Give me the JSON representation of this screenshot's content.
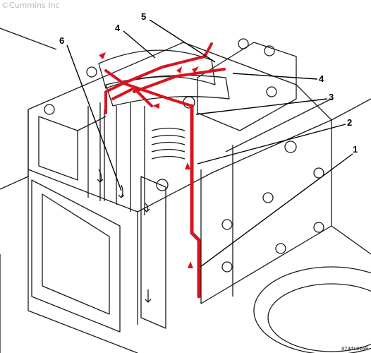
{
  "copyright": "©Cummins Inc",
  "figure_id": "074ds0269",
  "colors": {
    "oil": "#d7141f",
    "line": "#1a1a1a",
    "paper": "#ffffff"
  },
  "callouts": [
    {
      "label": "1",
      "part": "oil-supply-drilling"
    },
    {
      "label": "2",
      "part": "rocker-support-passage"
    },
    {
      "label": "3",
      "part": "rocker-shaft-inlet"
    },
    {
      "label": "4",
      "part": "rocker-lever-passage"
    },
    {
      "label": "4",
      "part": "rocker-lever-passage"
    },
    {
      "label": "5",
      "part": "rocker-lever-outlet"
    },
    {
      "label": "6",
      "part": "pushrod-drain"
    }
  ]
}
